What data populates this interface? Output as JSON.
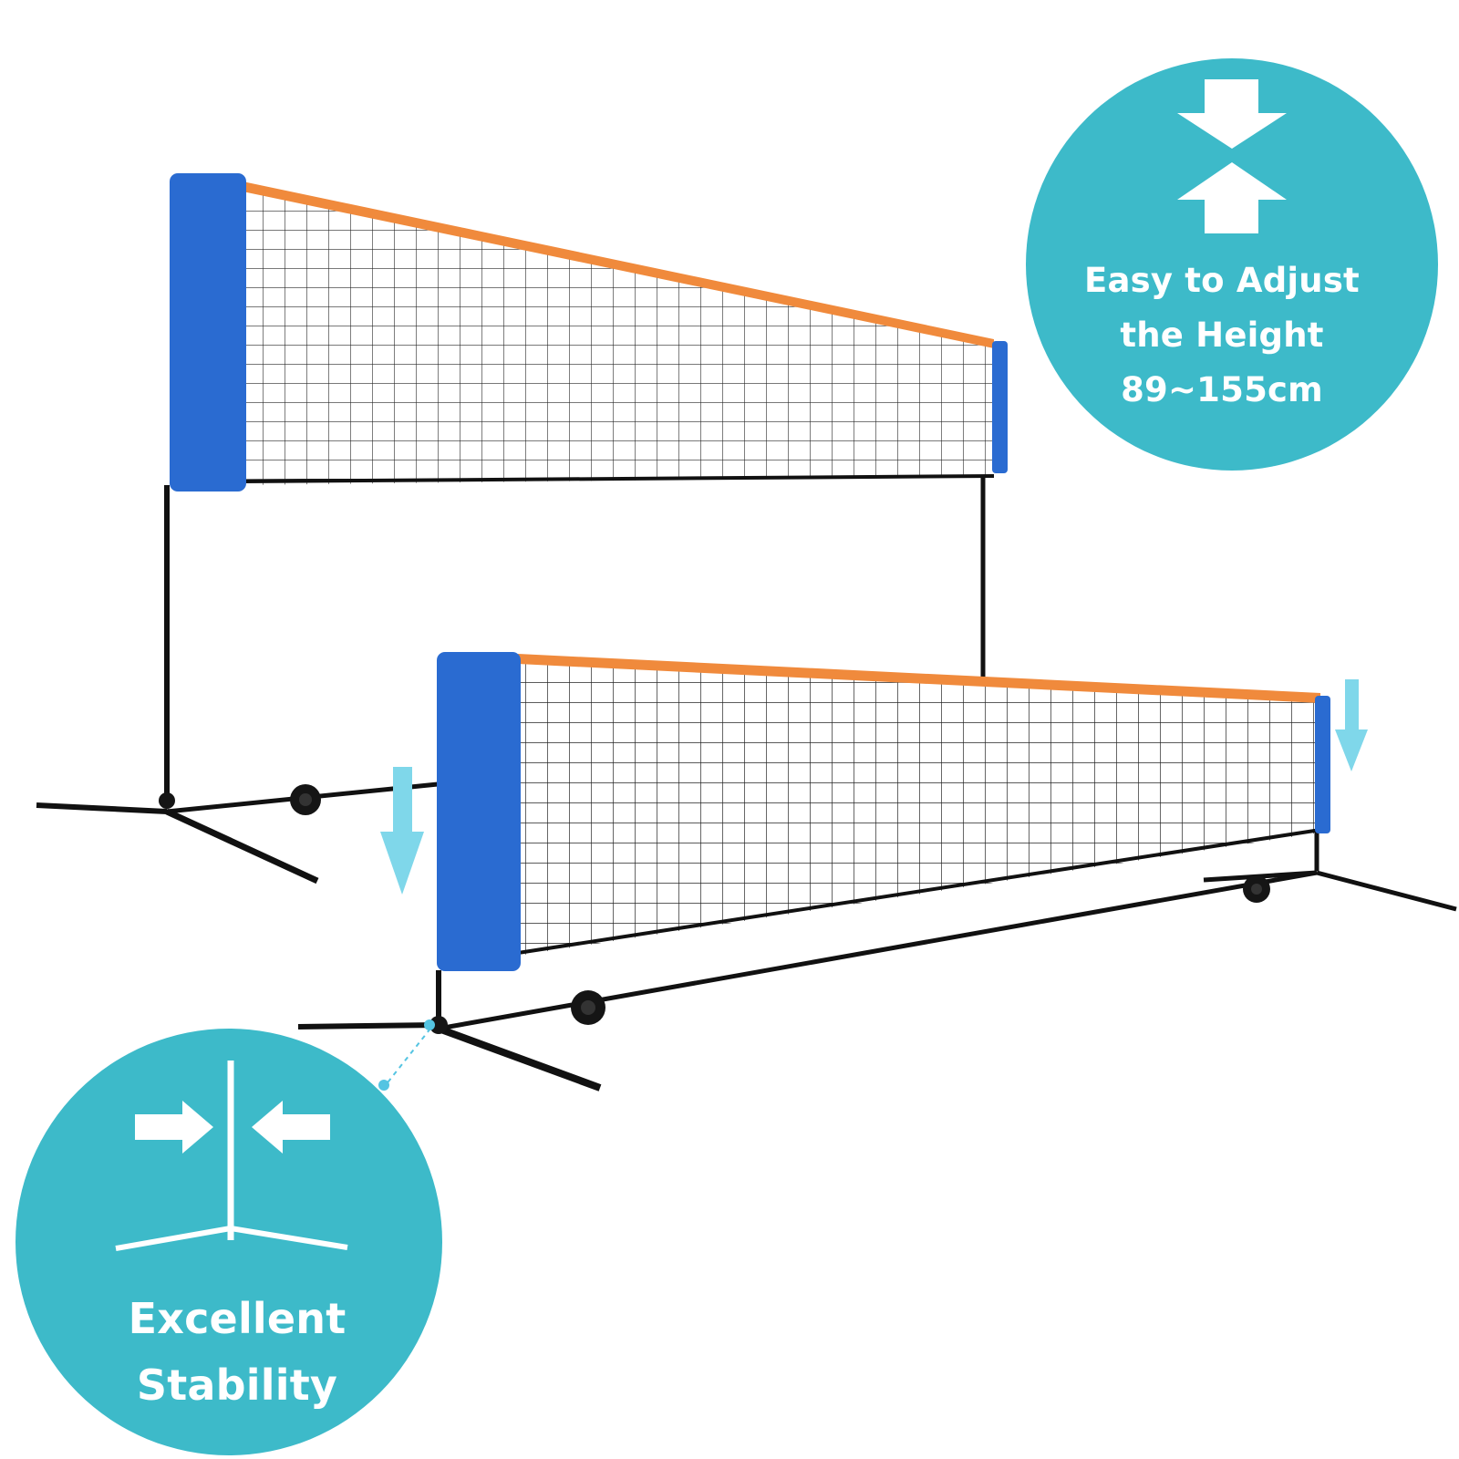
{
  "badges": {
    "height": {
      "lines": [
        "Easy to Adjust",
        "the Height",
        "89~155cm"
      ]
    },
    "stability": {
      "lines": [
        "Excellent",
        "Stability"
      ]
    }
  },
  "colors": {
    "badge": "#3dbac9",
    "net_side_panel": "#2a6bd1",
    "net_top_band": "#f08a3c",
    "net_mesh": "#111111",
    "frame": "#111111",
    "arrow": "#7fd7ea",
    "icon": "#ffffff"
  },
  "icons": [
    "height-adjust-arrows-icon",
    "stand-stability-icon",
    "down-arrow-icon"
  ]
}
